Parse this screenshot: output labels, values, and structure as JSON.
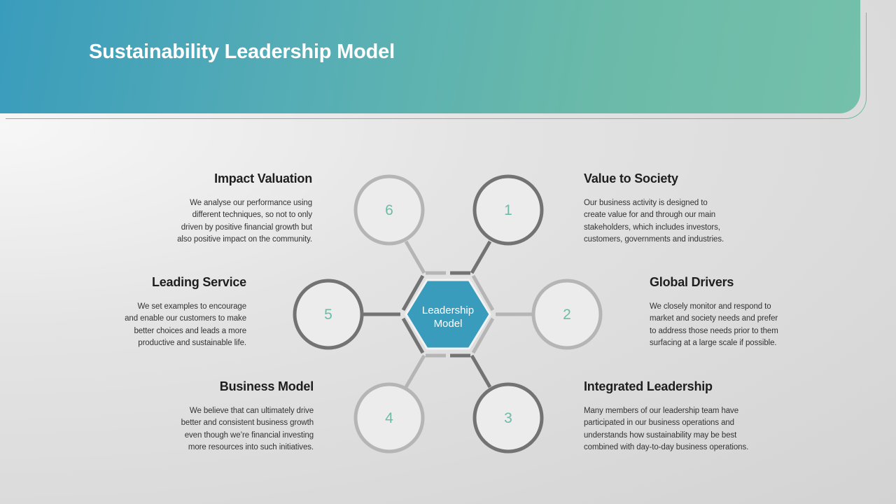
{
  "slide": {
    "title": "Sustainability Leadership Model"
  },
  "center": {
    "label_line1": "Leadership",
    "label_line2": "Model",
    "color": "#3a9cbc"
  },
  "nodes": [
    {
      "number": "1",
      "title": "Value to Society",
      "lines": [
        "Our business activity is designed to",
        "create value for and through our main",
        "stakeholders, which includes investors,",
        "customers, governments and industries."
      ]
    },
    {
      "number": "2",
      "title": "Global Drivers",
      "lines": [
        "We closely monitor and respond to",
        "market and society needs and prefer",
        "to address those needs prior to them",
        "surfacing at a large scale if possible."
      ]
    },
    {
      "number": "3",
      "title": "Integrated Leadership",
      "lines": [
        "Many members of our leadership team have",
        "participated in our business operations and",
        "understands how sustainability may be best",
        "combined with day-to-day business operations."
      ]
    },
    {
      "number": "4",
      "title": "Business Model",
      "lines": [
        "We believe that can ultimately drive",
        "better and consistent  business growth",
        "even though we’re financial investing",
        "more resources into such initiatives."
      ]
    },
    {
      "number": "5",
      "title": "Leading Service",
      "lines": [
        "We set examples to encourage",
        "and enable our customers to make",
        "better choices and leads a  more",
        "productive and sustainable life."
      ]
    },
    {
      "number": "6",
      "title": "Impact Valuation",
      "lines": [
        "We analyse our performance using",
        "different techniques, so not to only",
        "driven by positive financial growth but",
        "also positive impact on the community."
      ]
    }
  ],
  "colors": {
    "accent_teal": "#6fbaa6",
    "ring_dark": "#737373",
    "ring_light": "#b5b5b5"
  }
}
